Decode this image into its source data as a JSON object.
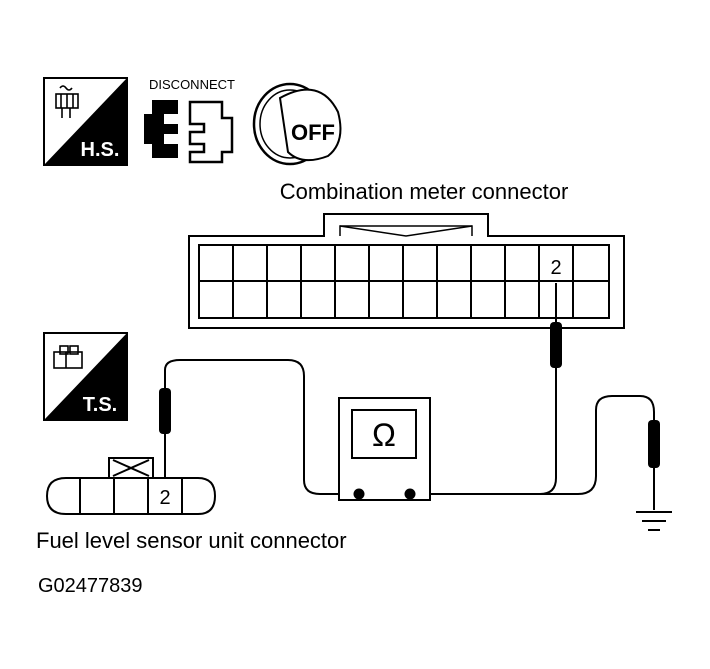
{
  "icons": {
    "harness_side": "H.S.",
    "terminal_side": "T.S.",
    "disconnect_label": "DISCONNECT",
    "ignition_label": "OFF",
    "harness_icon": "harness-connector-icon",
    "terminal_icon": "terminal-connector-icon",
    "disconnect_icon": "connector-disconnect-icon",
    "ignition_icon": "ignition-switch-icon"
  },
  "connectors": {
    "combination_meter": {
      "title": "Combination meter connector",
      "terminal": "2"
    },
    "fuel_level_sensor": {
      "title": "Fuel level sensor unit connector",
      "terminal": "2"
    }
  },
  "meter": {
    "symbol": "Ω",
    "icon": "ohmmeter-icon"
  },
  "ground": {
    "icon": "ground-symbol-icon"
  },
  "figure_id": "G02477839",
  "colors": {
    "ink": "#000000",
    "background": "#ffffff"
  }
}
